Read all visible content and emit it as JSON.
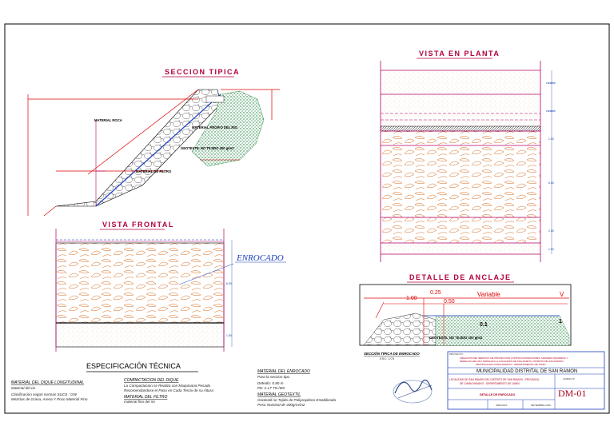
{
  "titles": {
    "seccion_tipica": "SECCION TIPICA",
    "vista_en_planta": "VISTA EN PLANTA",
    "vista_frontal": "VISTA FRONTAL",
    "detalle_anclaje": "DETALLE DE ANCLAJE",
    "especificacion": "ESPECIFICACIÓN TÉCNICA"
  },
  "seccion_labels": {
    "material_roca": "MATERIAL ROCA",
    "material_propio": "MATERIAL PROPIO DEL RIO",
    "geotextil": "GEOTEXTIL NO TEJIDO 400 g/m2",
    "material_filtro": "MATERIAL DE FILTRO"
  },
  "frontal": {
    "callout": "ENROCADO",
    "dim_top": "6.00",
    "dim_bottom": "1.50"
  },
  "planta_dims": [
    "variable",
    "variable",
    "1.00",
    "6.00",
    "2.00",
    "1.00"
  ],
  "anclaje": {
    "dim_100": "1.00",
    "dim_025": "0.25",
    "dim_050": "0.50",
    "variable": "Variable",
    "v": "V",
    "side_01": "0.1",
    "side_1": "1",
    "geotextil": "GEOTEXTIL NO TEJIDO 400 g/m2",
    "seccion_caption": "SECCIÓN TÍPICA DE ENROCADO",
    "seccion_scale": "ESC: 1/75"
  },
  "spec": {
    "dique_h": "MATERIAL DEL DIQUE LONGITUDINAL",
    "dique_1": "Material del rio",
    "dique_2": "Clasificacion segun normas SUCS : GW",
    "dique_3": "Mezclas de Grava, Arena Y Poco Material Fino",
    "comp_h": "COMPACTACION DEL DIQUE",
    "comp_1": "La Compactacion se Realiza con Maquinaria Pesada",
    "comp_2": "Recomendandose el Paso en Cada Tercio de su Altura",
    "filtro_h": "MATERIAL DEL FILTRO",
    "filtro_1": "material fino del rio",
    "enroc_h": "MATERIAL DEL ENROCADO",
    "enroc_1": "Para la seccion tipo",
    "enroc_2": "DMedio: 0.80 m",
    "enroc_3": "PE: 2.17 TN /M3",
    "geo_h": "MATERIAL GEOTEXTIL",
    "geo_1": "Geotextil no Tejido de Polipropileno Estabilizado",
    "geo_2": "Peso Nominal de 400grm/m2"
  },
  "title_block": {
    "project_label": "PROYECTO:",
    "project_1": "CREACION DEL SERVICIO DE PROTECCION CONTRA INUNDACIONES, MARGEN IZQUIERDO Y",
    "project_2": "DERECHO DEL RIO TARMA EN LA LOCALIDAD DE SAN RAMON, DISTRITO DE SAN RAMON -",
    "project_3": "PROVINCIA DE CHANCHAMAYO - DEPARTAMENTO DE JUNIN",
    "municipality": "MUNICIPALIDAD DISTRITAL DE SAN RAMON",
    "location_1": "LOCALIDAD DE SAN RAMON DEL DISTRITO DE SAN RAMON - PROVINCIA",
    "location_2": "DE CHANCHAMAYO - DEPARTAMENTO DE JUNIN",
    "sheet_label": "LAMINA N°",
    "sheet_no": "DM-01",
    "drawing": "DETALLE DE ENROCADO",
    "date": "SETIEMBRE 2019",
    "scale": "INDICADA"
  },
  "colors": {
    "red": "#e00000",
    "magenta": "#b0006a",
    "blue": "#1a3fbf",
    "orange": "#d46b1e",
    "green": "#0a7a2a"
  }
}
